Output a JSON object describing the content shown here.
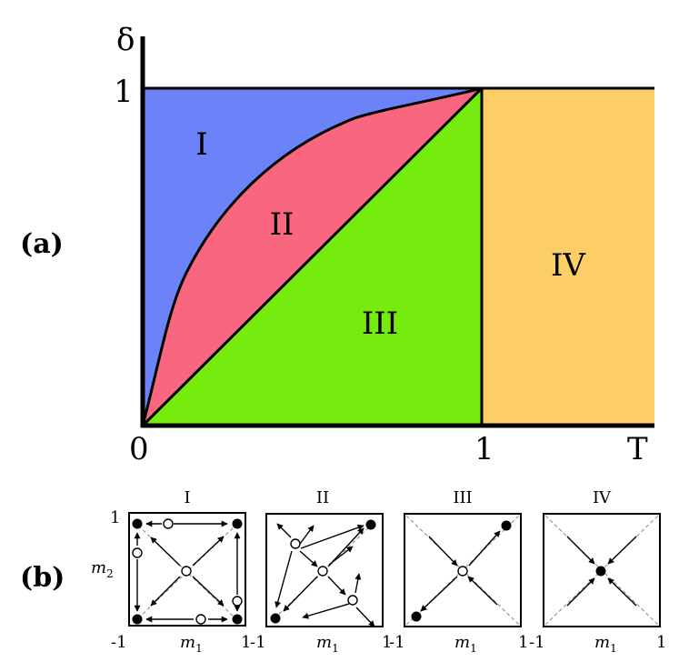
{
  "panel_a": {
    "label": "(a)",
    "y_axis_symbol": "δ",
    "x_axis_symbol": "T",
    "tick_y_top": "1",
    "tick_origin": "0",
    "tick_x_one": "1",
    "regions": [
      {
        "id": "I",
        "label": "I",
        "color": "#6b82f9"
      },
      {
        "id": "II",
        "label": "II",
        "color": "#f8667f"
      },
      {
        "id": "III",
        "label": "III",
        "color": "#76ec0e"
      },
      {
        "id": "IV",
        "label": "IV",
        "color": "#fdcd66"
      }
    ]
  },
  "panel_b": {
    "label": "(b)",
    "y_label": "m",
    "y_sub": "2",
    "x_label": "m",
    "x_sub": "1",
    "tick_y": "1",
    "tick_min": "-1",
    "tick_max": "1",
    "subpanels": [
      {
        "title": "I"
      },
      {
        "title": "II"
      },
      {
        "title": "III"
      },
      {
        "title": "IV"
      }
    ]
  }
}
